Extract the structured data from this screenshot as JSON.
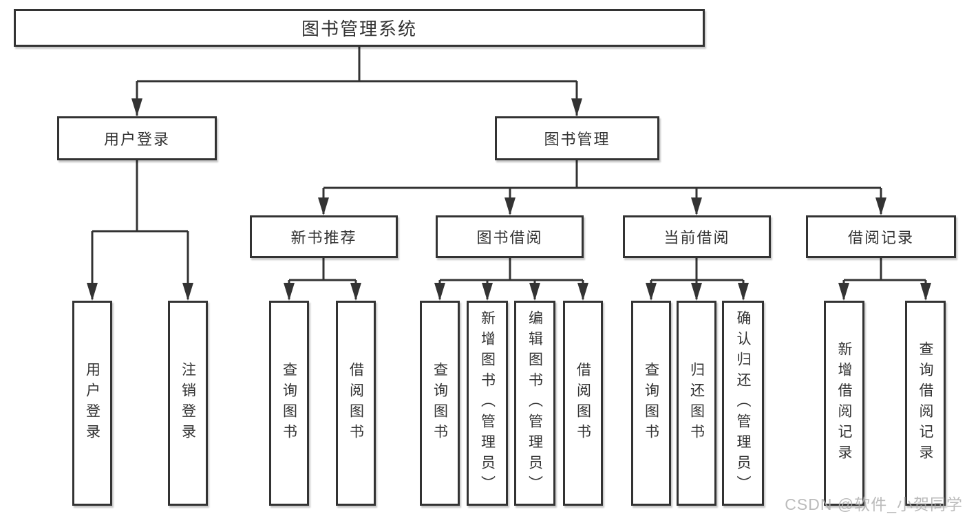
{
  "tree": {
    "root": {
      "label": "图书管理系统",
      "children": [
        {
          "label": "用户登录",
          "children": [
            {
              "label": "用户登录"
            },
            {
              "label": "注销登录"
            }
          ]
        },
        {
          "label": "图书管理",
          "children": [
            {
              "label": "新书推荐",
              "children": [
                {
                  "label": "查询图书"
                },
                {
                  "label": "借阅图书"
                }
              ]
            },
            {
              "label": "图书借阅",
              "children": [
                {
                  "label": "查询图书"
                },
                {
                  "label": "新增图书（管理员）"
                },
                {
                  "label": "编辑图书（管理员）"
                },
                {
                  "label": "借阅图书"
                }
              ]
            },
            {
              "label": "当前借阅",
              "children": [
                {
                  "label": "查询图书"
                },
                {
                  "label": "归还图书"
                },
                {
                  "label": "确认归还（管理员）"
                }
              ]
            },
            {
              "label": "借阅记录",
              "children": [
                {
                  "label": "新增借阅记录"
                },
                {
                  "label": "查询借阅记录"
                }
              ]
            }
          ]
        }
      ]
    }
  },
  "watermark": "CSDN @软件_小贺同学",
  "colors": {
    "line": "#333333",
    "box_border": "#333333",
    "box_fill": "#ffffff",
    "text": "#333333",
    "watermark": "#afafaf",
    "background": "#ffffff"
  }
}
